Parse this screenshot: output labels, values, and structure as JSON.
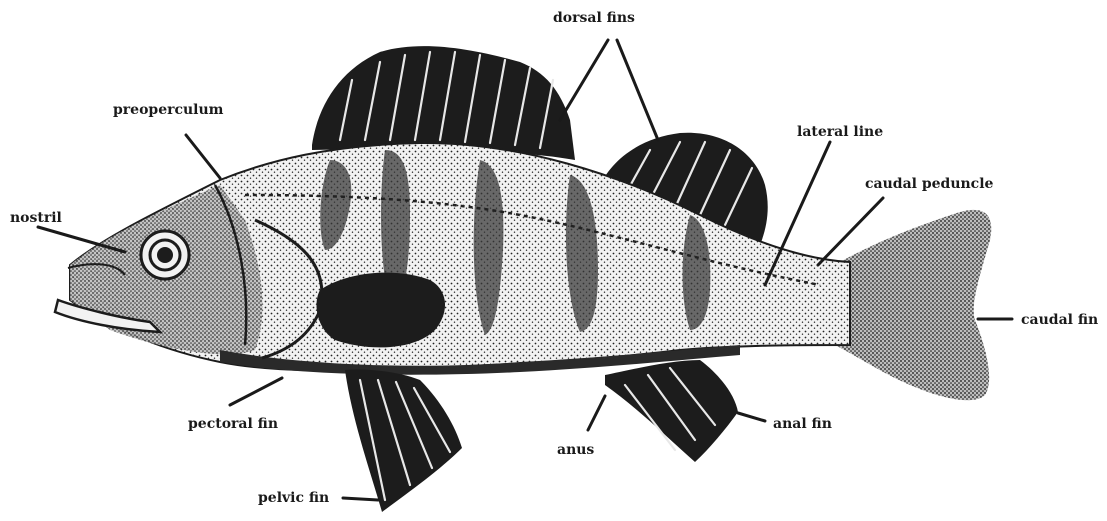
{
  "labels": {
    "dorsal_fins": "dorsal fins",
    "preoperculum": "preoperculum",
    "lateral_line": "lateral line",
    "caudal_peduncle": "caudal peduncle",
    "nostril": "nostril",
    "caudal_fin": "caudal fin",
    "pectoral_fin": "pectoral fin",
    "anal_fin": "anal fin",
    "anus": "anus",
    "pelvic_fin": "pelvic fin"
  }
}
